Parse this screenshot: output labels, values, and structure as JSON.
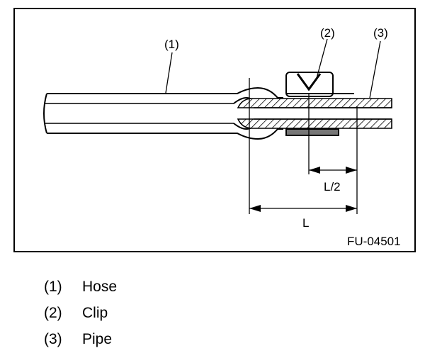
{
  "figure": {
    "callouts": [
      "(1)",
      "(2)",
      "(3)"
    ],
    "dim_half": "L/2",
    "dim_full": "L",
    "code": "FU-04501"
  },
  "legend": [
    {
      "num": "(1)",
      "label": "Hose"
    },
    {
      "num": "(2)",
      "label": "Clip"
    },
    {
      "num": "(3)",
      "label": "Pipe"
    }
  ]
}
